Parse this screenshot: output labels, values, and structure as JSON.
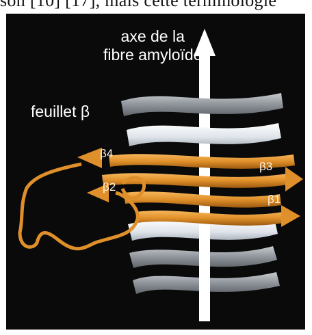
{
  "page_top_text": "son [10] [17], mais cette terminologie",
  "figure": {
    "axis_label_line1": "axe de la",
    "axis_label_line2": "fibre amyloïde",
    "sheet_label": "feuillet β",
    "strands": {
      "b1": "β1",
      "b2": "β2",
      "b3": "β3",
      "b4": "β4"
    },
    "colors": {
      "background": "#0a0a0a",
      "amyloid_strands": "#e0902a",
      "grey_sheets": "#9aa0a6",
      "white_sheets": "#e8ecf0",
      "axis_arrow": "#ffffff"
    }
  }
}
